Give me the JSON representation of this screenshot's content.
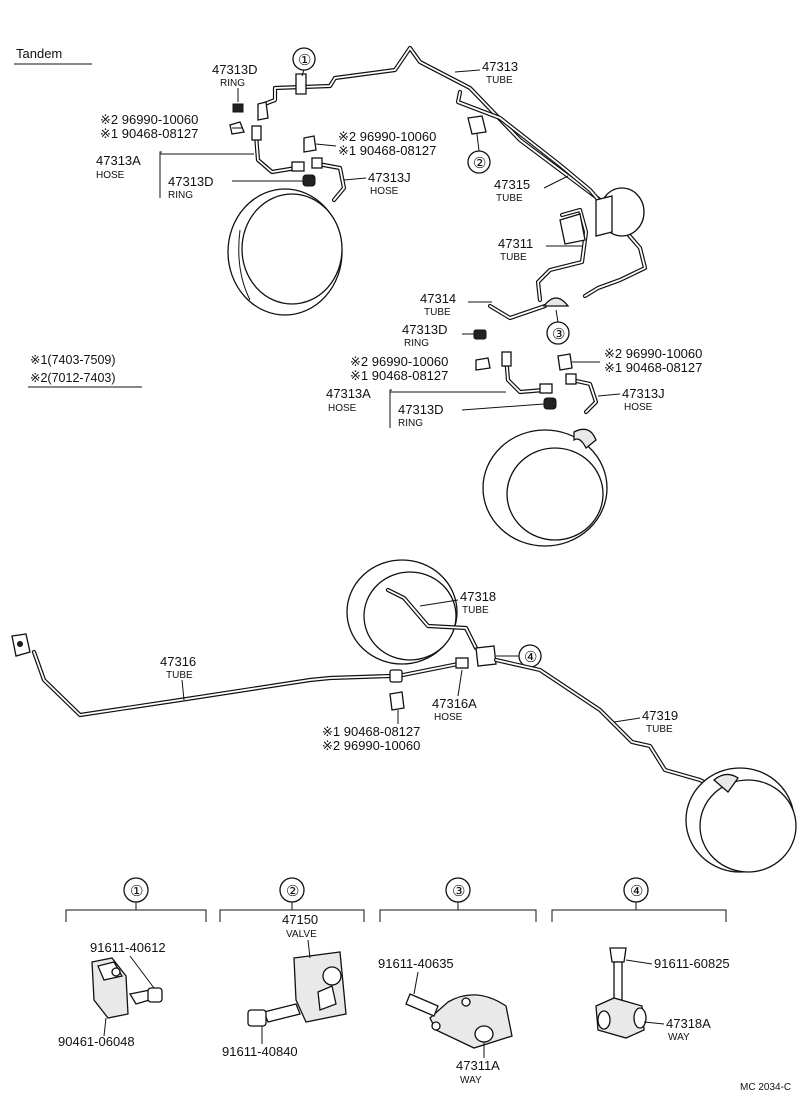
{
  "header": {
    "title": "Tandem",
    "legend_1": "※1(7403-7509)",
    "legend_2": "※2(7012-7403)"
  },
  "callouts": {
    "c1": "①",
    "c2": "②",
    "c3": "③",
    "c4": "④"
  },
  "upper": {
    "ring_47313D_top": {
      "pn": "47313D",
      "desc": "RING"
    },
    "tube_47313": {
      "pn": "47313",
      "desc": "TUBE"
    },
    "bolt_left_2": "※2 96990-10060",
    "bolt_left_1": "※1 90468-08127",
    "bolt_mid_2": "※2 96990-10060",
    "bolt_mid_1": "※1 90468-08127",
    "hose_47313A": {
      "pn": "47313A",
      "desc": "HOSE"
    },
    "ring_47313D_low": {
      "pn": "47313D",
      "desc": "RING"
    },
    "hose_47313J": {
      "pn": "47313J",
      "desc": "HOSE"
    },
    "tube_47315": {
      "pn": "47315",
      "desc": "TUBE"
    },
    "tube_47311": {
      "pn": "47311",
      "desc": "TUBE"
    }
  },
  "middle": {
    "tube_47314": {
      "pn": "47314",
      "desc": "TUBE"
    },
    "ring_47313D_a": {
      "pn": "47313D",
      "desc": "RING"
    },
    "bolt_a_2": "※2 96990-10060",
    "bolt_a_1": "※1 90468-08127",
    "bolt_b_2": "※2 96990-10060",
    "bolt_b_1": "※1 90468-08127",
    "hose_47313A": {
      "pn": "47313A",
      "desc": "HOSE"
    },
    "ring_47313D_b": {
      "pn": "47313D",
      "desc": "RING"
    },
    "hose_47313J": {
      "pn": "47313J",
      "desc": "HOSE"
    }
  },
  "lower": {
    "tube_47318": {
      "pn": "47318",
      "desc": "TUBE"
    },
    "tube_47316": {
      "pn": "47316",
      "desc": "TUBE"
    },
    "hose_47316A": {
      "pn": "47316A",
      "desc": "HOSE"
    },
    "bolt_1": "※1 90468-08127",
    "bolt_2": "※2 96990-10060",
    "tube_47319": {
      "pn": "47319",
      "desc": "TUBE"
    }
  },
  "details": {
    "d1": {
      "top": "91611-40612",
      "bottom": "90461-06048"
    },
    "d2": {
      "pn": "47150",
      "desc": "VALVE",
      "bolt": "91611-40840"
    },
    "d3": {
      "bolt": "91611-40635",
      "pn": "47311A",
      "desc": "WAY"
    },
    "d4": {
      "bolt": "91611-60825",
      "pn": "47318A",
      "desc": "WAY"
    }
  },
  "footer": {
    "code": "MC 2034-C"
  }
}
